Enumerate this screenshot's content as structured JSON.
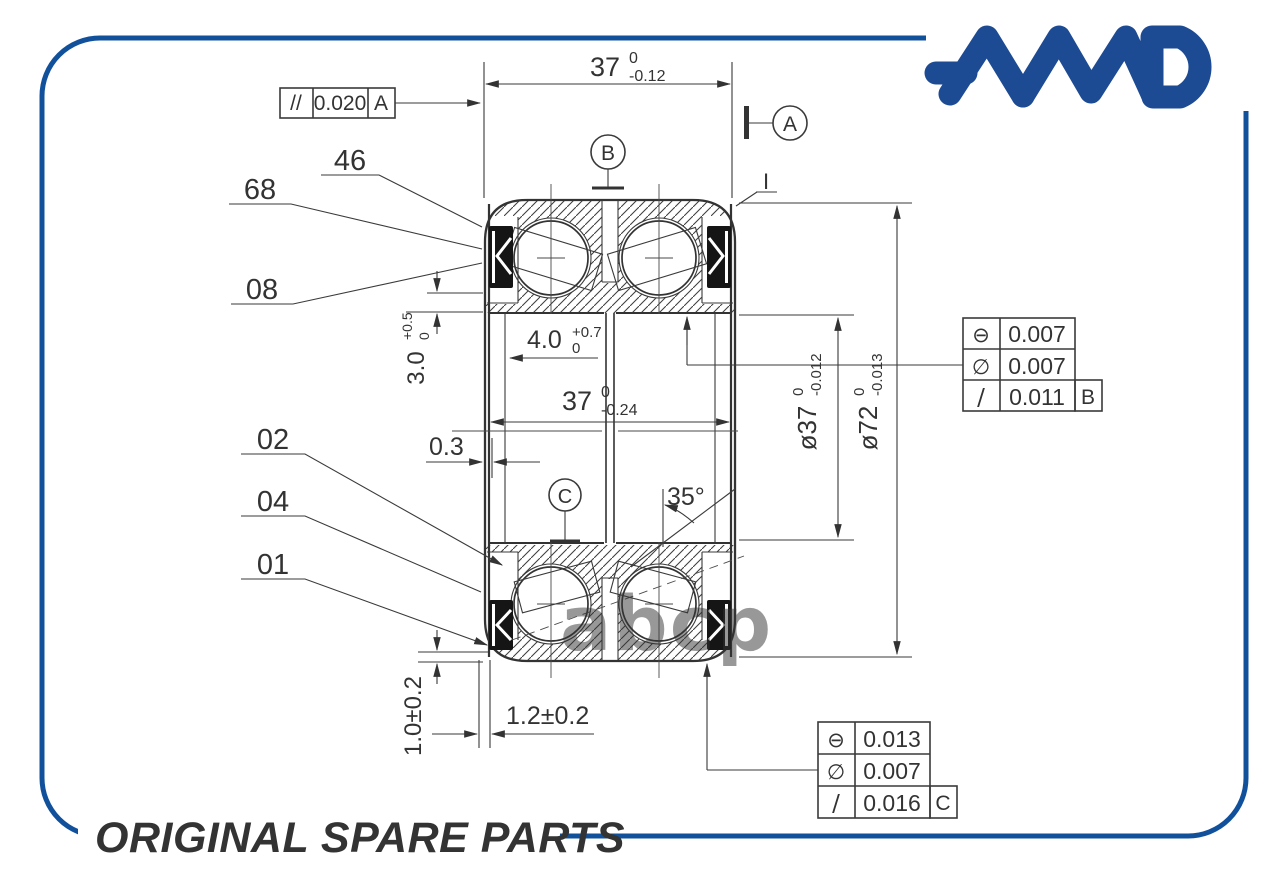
{
  "colors": {
    "frame_blue": "#11509B",
    "logo_blue": "#1C4B94",
    "text_blue": "#1A4F9C",
    "line_dark": "#333333",
    "watermark_gray": "#AFAFAF"
  },
  "brand": {
    "logo": "AMD",
    "tagline": "ORIGINAL SPARE PARTS"
  },
  "watermark": "abcp",
  "drawing": {
    "part_labels": {
      "l46": "46",
      "l68": "68",
      "l08": "08",
      "l02": "02",
      "l04": "04",
      "l01": "01"
    },
    "datum_a": "A",
    "datum_b": "B",
    "datum_c": "C",
    "detail_mark": "I",
    "dims": {
      "top_width": {
        "v": "37",
        "hi": "0",
        "lo": "-0.12"
      },
      "mid_width": {
        "v": "37",
        "hi": "0",
        "lo": "-0.24"
      },
      "groove": {
        "v": "4.0",
        "hi": "+0.7",
        "lo": "0"
      },
      "shoulder": {
        "v": "3.0",
        "hi": "+0.5",
        "lo": "0"
      },
      "recess": "0.3",
      "angle": "35°",
      "bore_dia": {
        "v": "ø37",
        "hi": "0",
        "lo": "-0.012"
      },
      "outer_dia": {
        "v": "ø72",
        "hi": "0",
        "lo": "-0.013"
      },
      "seal_width": "1.2±0.2",
      "seal_depth": "1.0±0.2"
    },
    "parallelism": {
      "symbol": "//",
      "value": "0.020",
      "datum": "A"
    },
    "fcf_top": {
      "rows": [
        {
          "symbol": "⊖",
          "value": "0.007",
          "datum": ""
        },
        {
          "symbol": "∅",
          "value": "0.007",
          "datum": ""
        },
        {
          "symbol": "/",
          "value": "0.011",
          "datum": "B"
        }
      ]
    },
    "fcf_bottom": {
      "rows": [
        {
          "symbol": "⊖",
          "value": "0.013",
          "datum": ""
        },
        {
          "symbol": "∅",
          "value": "0.007",
          "datum": ""
        },
        {
          "symbol": "/",
          "value": "0.016",
          "datum": "C"
        }
      ]
    }
  }
}
